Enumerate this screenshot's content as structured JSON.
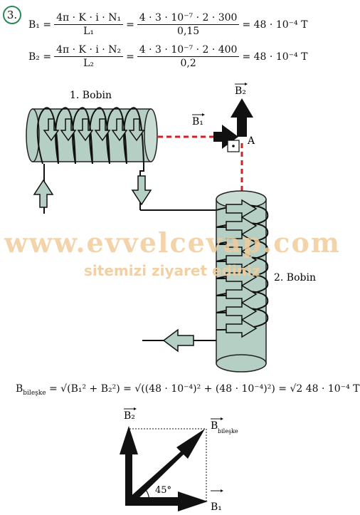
{
  "problem_number": "3.",
  "eq1": {
    "lhs": "B₁",
    "eqsign": "=",
    "frac1_num": "4π · K · i · N₁",
    "frac1_den": "L₁",
    "frac2_num": "4 · 3 · 10⁻⁷ · 2 · 300",
    "frac2_den": "0,15",
    "result": "= 48 · 10⁻⁴ T"
  },
  "eq2": {
    "lhs": "B₂",
    "eqsign": "=",
    "frac1_num": "4π · K · i · N₂",
    "frac1_den": "L₂",
    "frac2_num": "4 · 3 · 10⁻⁷ · 2 · 400",
    "frac2_den": "0,2",
    "result": "= 48 · 10⁻⁴ T"
  },
  "diagram": {
    "coil1_label": "1. Bobin",
    "coil2_label": "2. Bobin",
    "b1_label": "B₁",
    "b2_label": "B₂",
    "point_label": "A"
  },
  "watermark": {
    "line1": "www.evvelcevap.com",
    "line2": "sitemizi ziyaret ediniz"
  },
  "resultant_eq": {
    "lhs": "B",
    "lhs_sub": "bileşke",
    "text": "= √(B₁² + B₂²) = √((48 · 10⁻⁴)² + (48 · 10⁻⁴)²) = √2 48 · 10⁻⁴ T"
  },
  "vector_diagram": {
    "b2_label": "B₂",
    "b1_label": "B₁",
    "bres_label": "B",
    "bres_sub": "bileşke",
    "angle_label": "45°"
  },
  "colors": {
    "coil_fill": "#b6cfc4",
    "badge_ring": "#2a8a56",
    "dashed": "#d42020"
  }
}
